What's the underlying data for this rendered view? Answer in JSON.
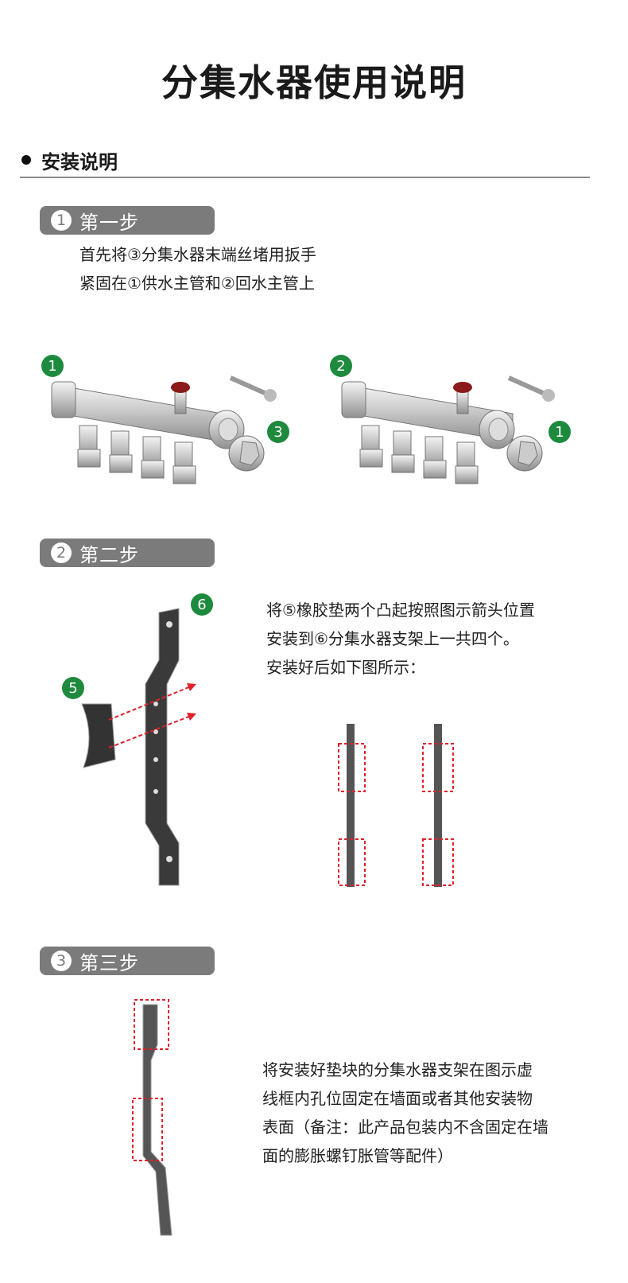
{
  "title": "分集水器使用说明",
  "section": "安装说明",
  "steps": [
    {
      "num": "1",
      "label": "第一步",
      "lines": [
        "首先将③分集水器末端丝堵用扳手",
        "紧固在①供水主管和②回水主管上"
      ],
      "figures": [
        {
          "badge_main": "1",
          "badge_plug": "3"
        },
        {
          "badge_main": "2",
          "badge_plug": "1"
        }
      ]
    },
    {
      "num": "2",
      "label": "第二步",
      "lines": [
        "将⑤橡胶垫两个凸起按照图示箭头位置",
        "安装到⑥分集水器支架上一共四个。",
        "安装好后如下图所示："
      ],
      "badges": {
        "bracket": "6",
        "pad": "5"
      }
    },
    {
      "num": "3",
      "label": "第三步",
      "lines": [
        "将安装好垫块的分集水器支架在图示虚",
        "线框内孔位固定在墙面或者其他安装物",
        "表面（备注：此产品包装内不含固定在墙",
        "面的膨胀螺钉胀管等配件）"
      ]
    }
  ],
  "colors": {
    "badge": "#1e8a3e",
    "pill": "#7b7b7b",
    "dash": "#e0202a"
  }
}
